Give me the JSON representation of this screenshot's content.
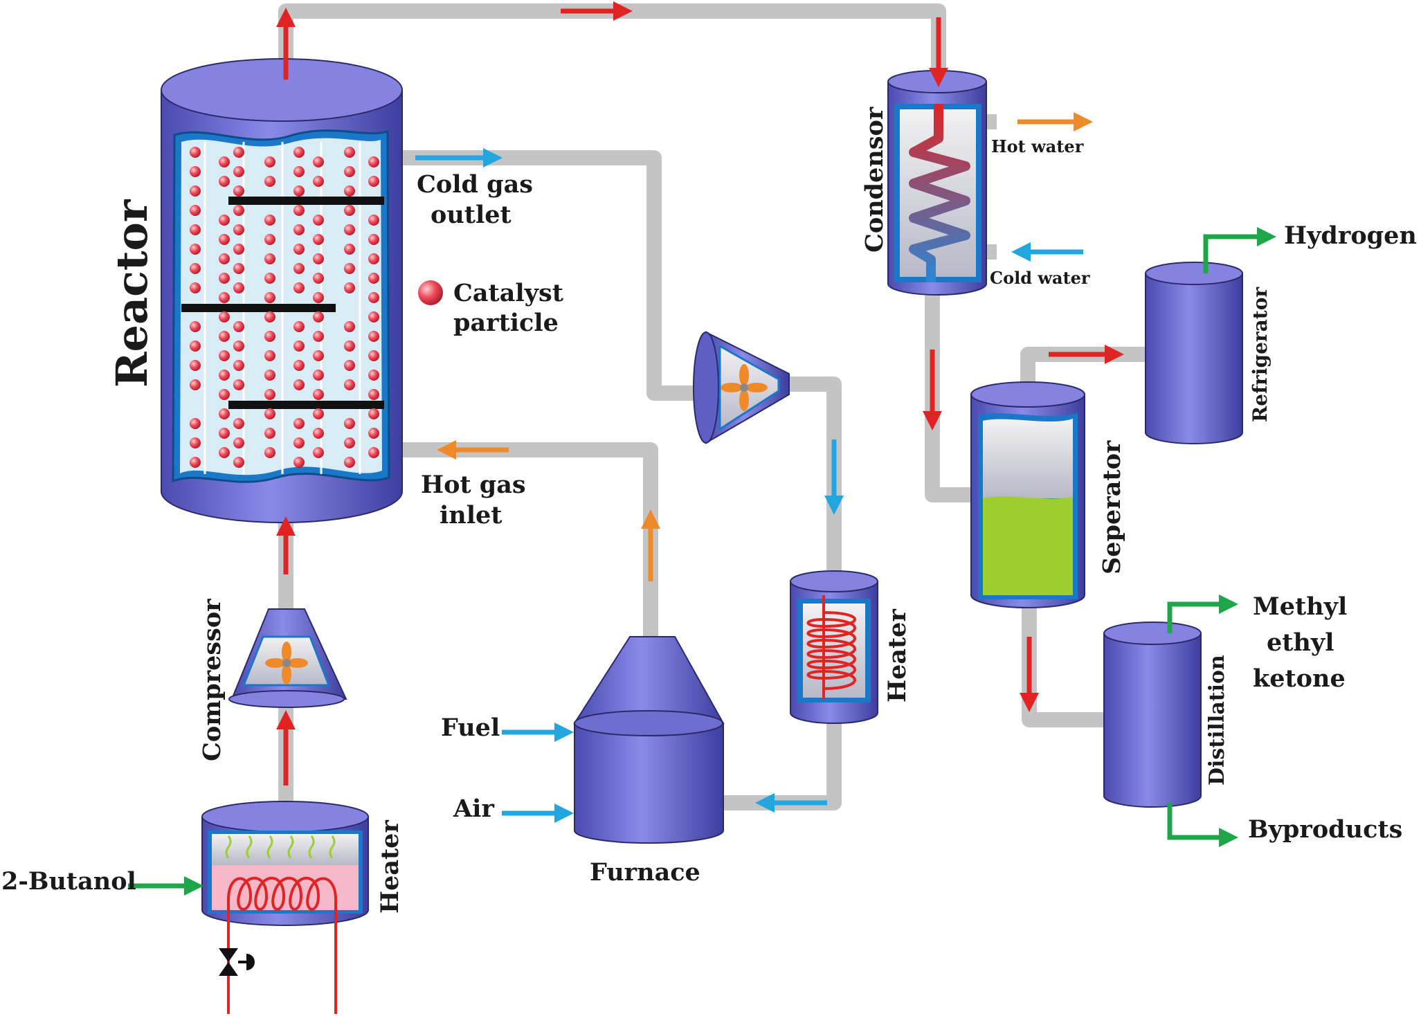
{
  "labels": {
    "reactor": "Reactor",
    "cold_gas_outlet": [
      "Cold gas",
      "outlet"
    ],
    "catalyst_particle": [
      "Catalyst",
      "particle"
    ],
    "hot_gas_inlet": [
      "Hot gas",
      "inlet"
    ],
    "compressor": "Compressor",
    "heater_bottom": "Heater",
    "butanol": "2-Butanol",
    "fuel": "Fuel",
    "air": "Air",
    "furnace": "Furnace",
    "heater_mid": "Heater",
    "condensor": "Condensor",
    "hot_water": "Hot water",
    "cold_water": "Cold water",
    "seperator": "Seperator",
    "refrigerator": "Refrigerator",
    "hydrogen": "Hydrogen",
    "distillation": "Distillation",
    "mek": [
      "Methyl",
      "ethyl",
      "ketone"
    ],
    "byproducts": "Byproducts"
  },
  "colors": {
    "vessel": "#6a6ad0",
    "vessel_dark": "#3c3c9a",
    "pipe": "#c4c4c4",
    "hot_flow": "#e02424",
    "cold_flow": "#22a6e0",
    "warm_flow": "#ef8a2a",
    "product_flow": "#1fa64a",
    "liquid": "#9ccf2e",
    "catalyst": "#e8384a"
  }
}
